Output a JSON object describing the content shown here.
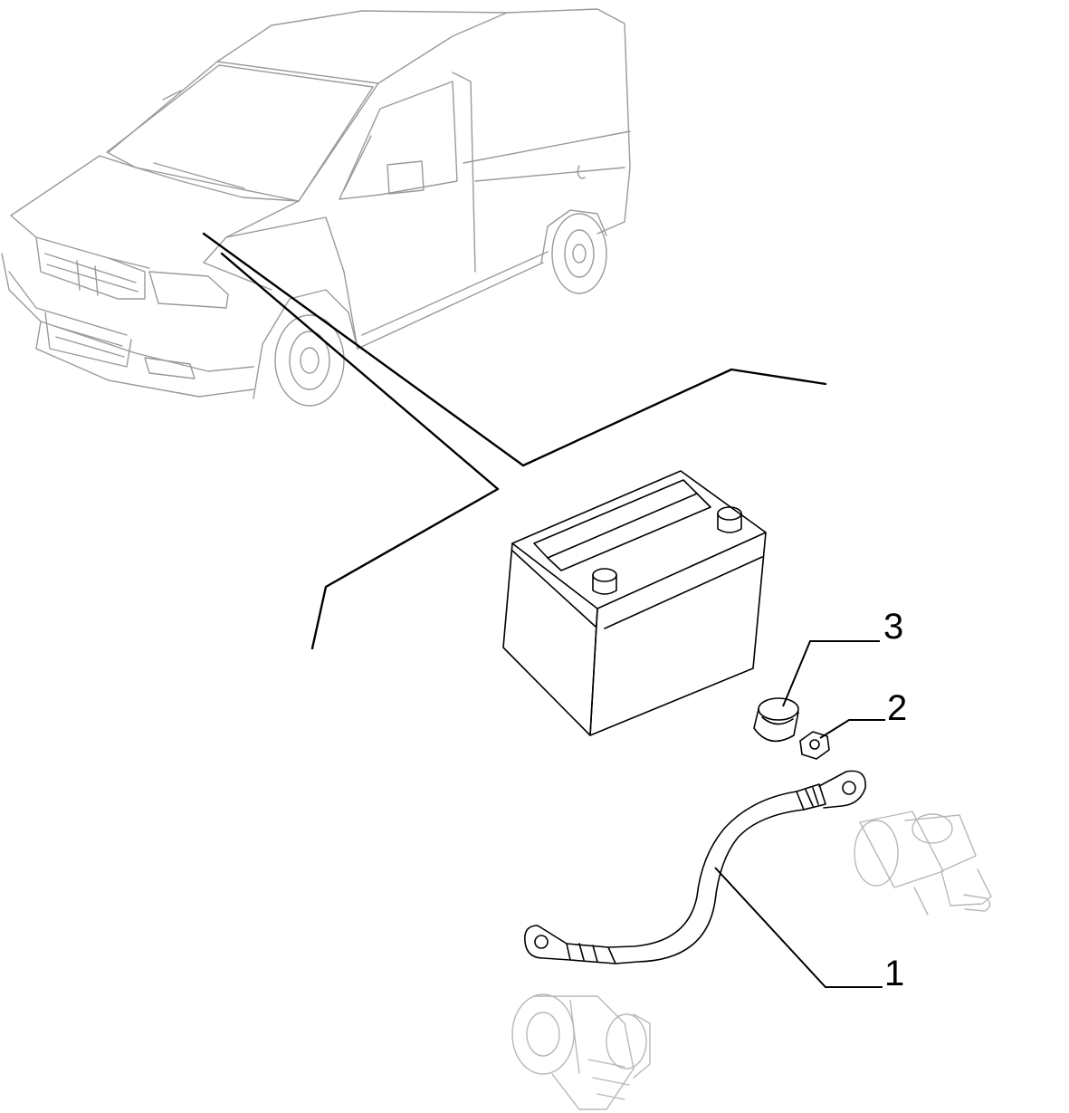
{
  "callouts": [
    {
      "id": "1",
      "label": "1",
      "part": "battery-ground-cable"
    },
    {
      "id": "2",
      "label": "2",
      "part": "hex-nut"
    },
    {
      "id": "3",
      "label": "3",
      "part": "terminal-cap"
    }
  ],
  "colors": {
    "line": "#000000",
    "van": "#9a9a9a",
    "ghost": "#b8b8b8",
    "background": "#ffffff"
  }
}
